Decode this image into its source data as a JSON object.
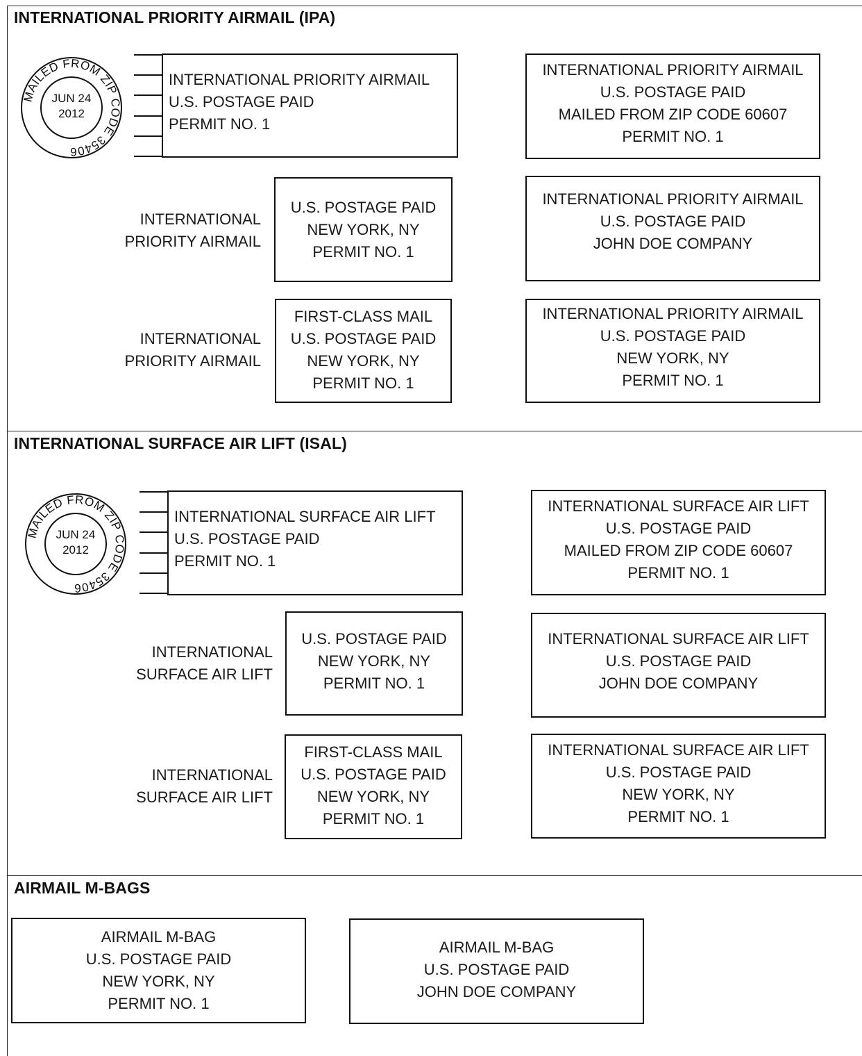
{
  "ipa": {
    "title": "INTERNATIONAL PRIORITY AIRMAIL (IPA)",
    "seal": {
      "ring": "MAILED FROM ZIP CODE 35406",
      "date": "JUN 24",
      "year": "2012"
    },
    "stamp": [
      "INTERNATIONAL PRIORITY AIRMAIL",
      "U.S. POSTAGE PAID",
      "PERMIT NO. 1"
    ],
    "box_zip": [
      "INTERNATIONAL PRIORITY AIRMAIL",
      "U.S. POSTAGE PAID",
      "MAILED FROM ZIP CODE 60607",
      "PERMIT NO. 1"
    ],
    "label_a": [
      "INTERNATIONAL",
      "PRIORITY AIRMAIL"
    ],
    "box_city": [
      "U.S. POSTAGE PAID",
      "NEW YORK, NY",
      "PERMIT NO. 1"
    ],
    "box_company": [
      "INTERNATIONAL PRIORITY AIRMAIL",
      "U.S. POSTAGE PAID",
      "JOHN DOE COMPANY"
    ],
    "label_b": [
      "INTERNATIONAL",
      "PRIORITY AIRMAIL"
    ],
    "box_firstclass": [
      "FIRST-CLASS MAIL",
      "U.S. POSTAGE PAID",
      "NEW YORK, NY",
      "PERMIT NO. 1"
    ],
    "box_city_full": [
      "INTERNATIONAL PRIORITY AIRMAIL",
      "U.S. POSTAGE PAID",
      "NEW YORK, NY",
      "PERMIT NO. 1"
    ]
  },
  "isal": {
    "title": "INTERNATIONAL SURFACE AIR LIFT (ISAL)",
    "seal": {
      "ring": "MAILED FROM ZIP CODE 35406",
      "date": "JUN 24",
      "year": "2012"
    },
    "stamp": [
      "INTERNATIONAL SURFACE AIR LIFT",
      "U.S. POSTAGE PAID",
      "PERMIT NO. 1"
    ],
    "box_zip": [
      "INTERNATIONAL SURFACE AIR LIFT",
      "U.S. POSTAGE PAID",
      "MAILED FROM ZIP CODE 60607",
      "PERMIT NO. 1"
    ],
    "label_a": [
      "INTERNATIONAL",
      "SURFACE AIR LIFT"
    ],
    "box_city": [
      "U.S. POSTAGE PAID",
      "NEW YORK, NY",
      "PERMIT NO. 1"
    ],
    "box_company": [
      "INTERNATIONAL SURFACE AIR LIFT",
      "U.S. POSTAGE PAID",
      "JOHN DOE COMPANY"
    ],
    "label_b": [
      "INTERNATIONAL",
      "SURFACE AIR LIFT"
    ],
    "box_firstclass": [
      "FIRST-CLASS MAIL",
      "U.S. POSTAGE PAID",
      "NEW YORK, NY",
      "PERMIT NO. 1"
    ],
    "box_city_full": [
      "INTERNATIONAL SURFACE AIR LIFT",
      "U.S. POSTAGE PAID",
      "NEW YORK, NY",
      "PERMIT NO. 1"
    ]
  },
  "mbags": {
    "title": "AIRMAIL M-BAGS",
    "box_city": [
      "AIRMAIL M-BAG",
      "U.S. POSTAGE PAID",
      "NEW YORK, NY",
      "PERMIT NO. 1"
    ],
    "box_company": [
      "AIRMAIL M-BAG",
      "U.S. POSTAGE PAID",
      "JOHN DOE COMPANY"
    ]
  }
}
